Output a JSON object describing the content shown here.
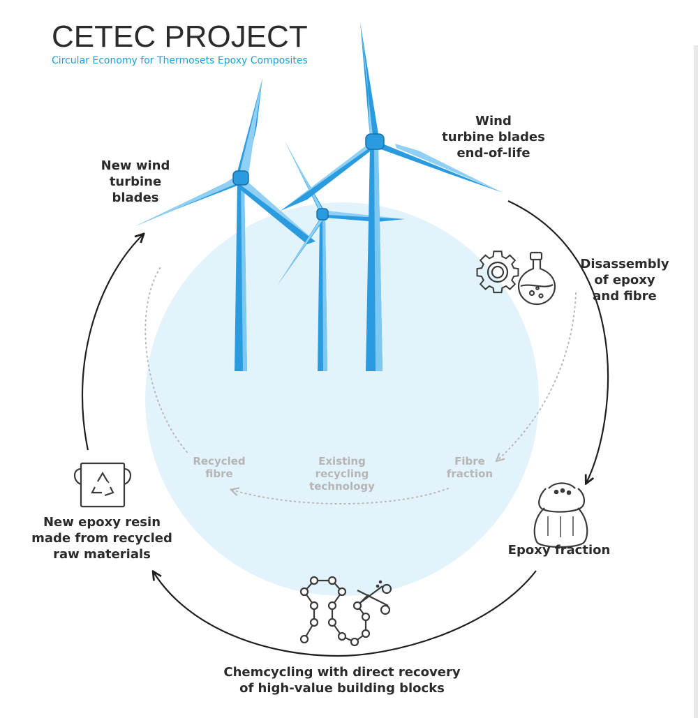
{
  "header": {
    "title": "CETEC PROJECT",
    "subtitle": "Circular Economy for Thermosets Epoxy Composites"
  },
  "cycle": {
    "new_blades": "New wind\nturbine\nblades",
    "end_of_life": "Wind\nturbine blades\nend-of-life",
    "disassembly": "Disassembly\nof epoxy\nand fibre",
    "epoxy_fraction": "Epoxy fraction",
    "chemcycling": "Chemcycling with direct recovery\nof high-value building blocks",
    "new_resin": "New epoxy resin\nmade from recycled\nraw materials"
  },
  "existing": {
    "fibre_fraction": "Fibre\nfraction",
    "technology": "Existing\nrecycling\ntechnology",
    "recycled_fibre": "Recycled\nfibre"
  },
  "icons": [
    "gear-icon",
    "flask-icon",
    "sack-icon",
    "molecule-chain-icon",
    "scissors-icon",
    "recycle-bucket-icon"
  ],
  "colors": {
    "sky_blue": "#1aa0d8",
    "light_circle": "#e2f3fb",
    "blade_blue": "#2b9be0",
    "dark_text": "#2a2a2a",
    "grey_text": "#b5b5b5"
  }
}
